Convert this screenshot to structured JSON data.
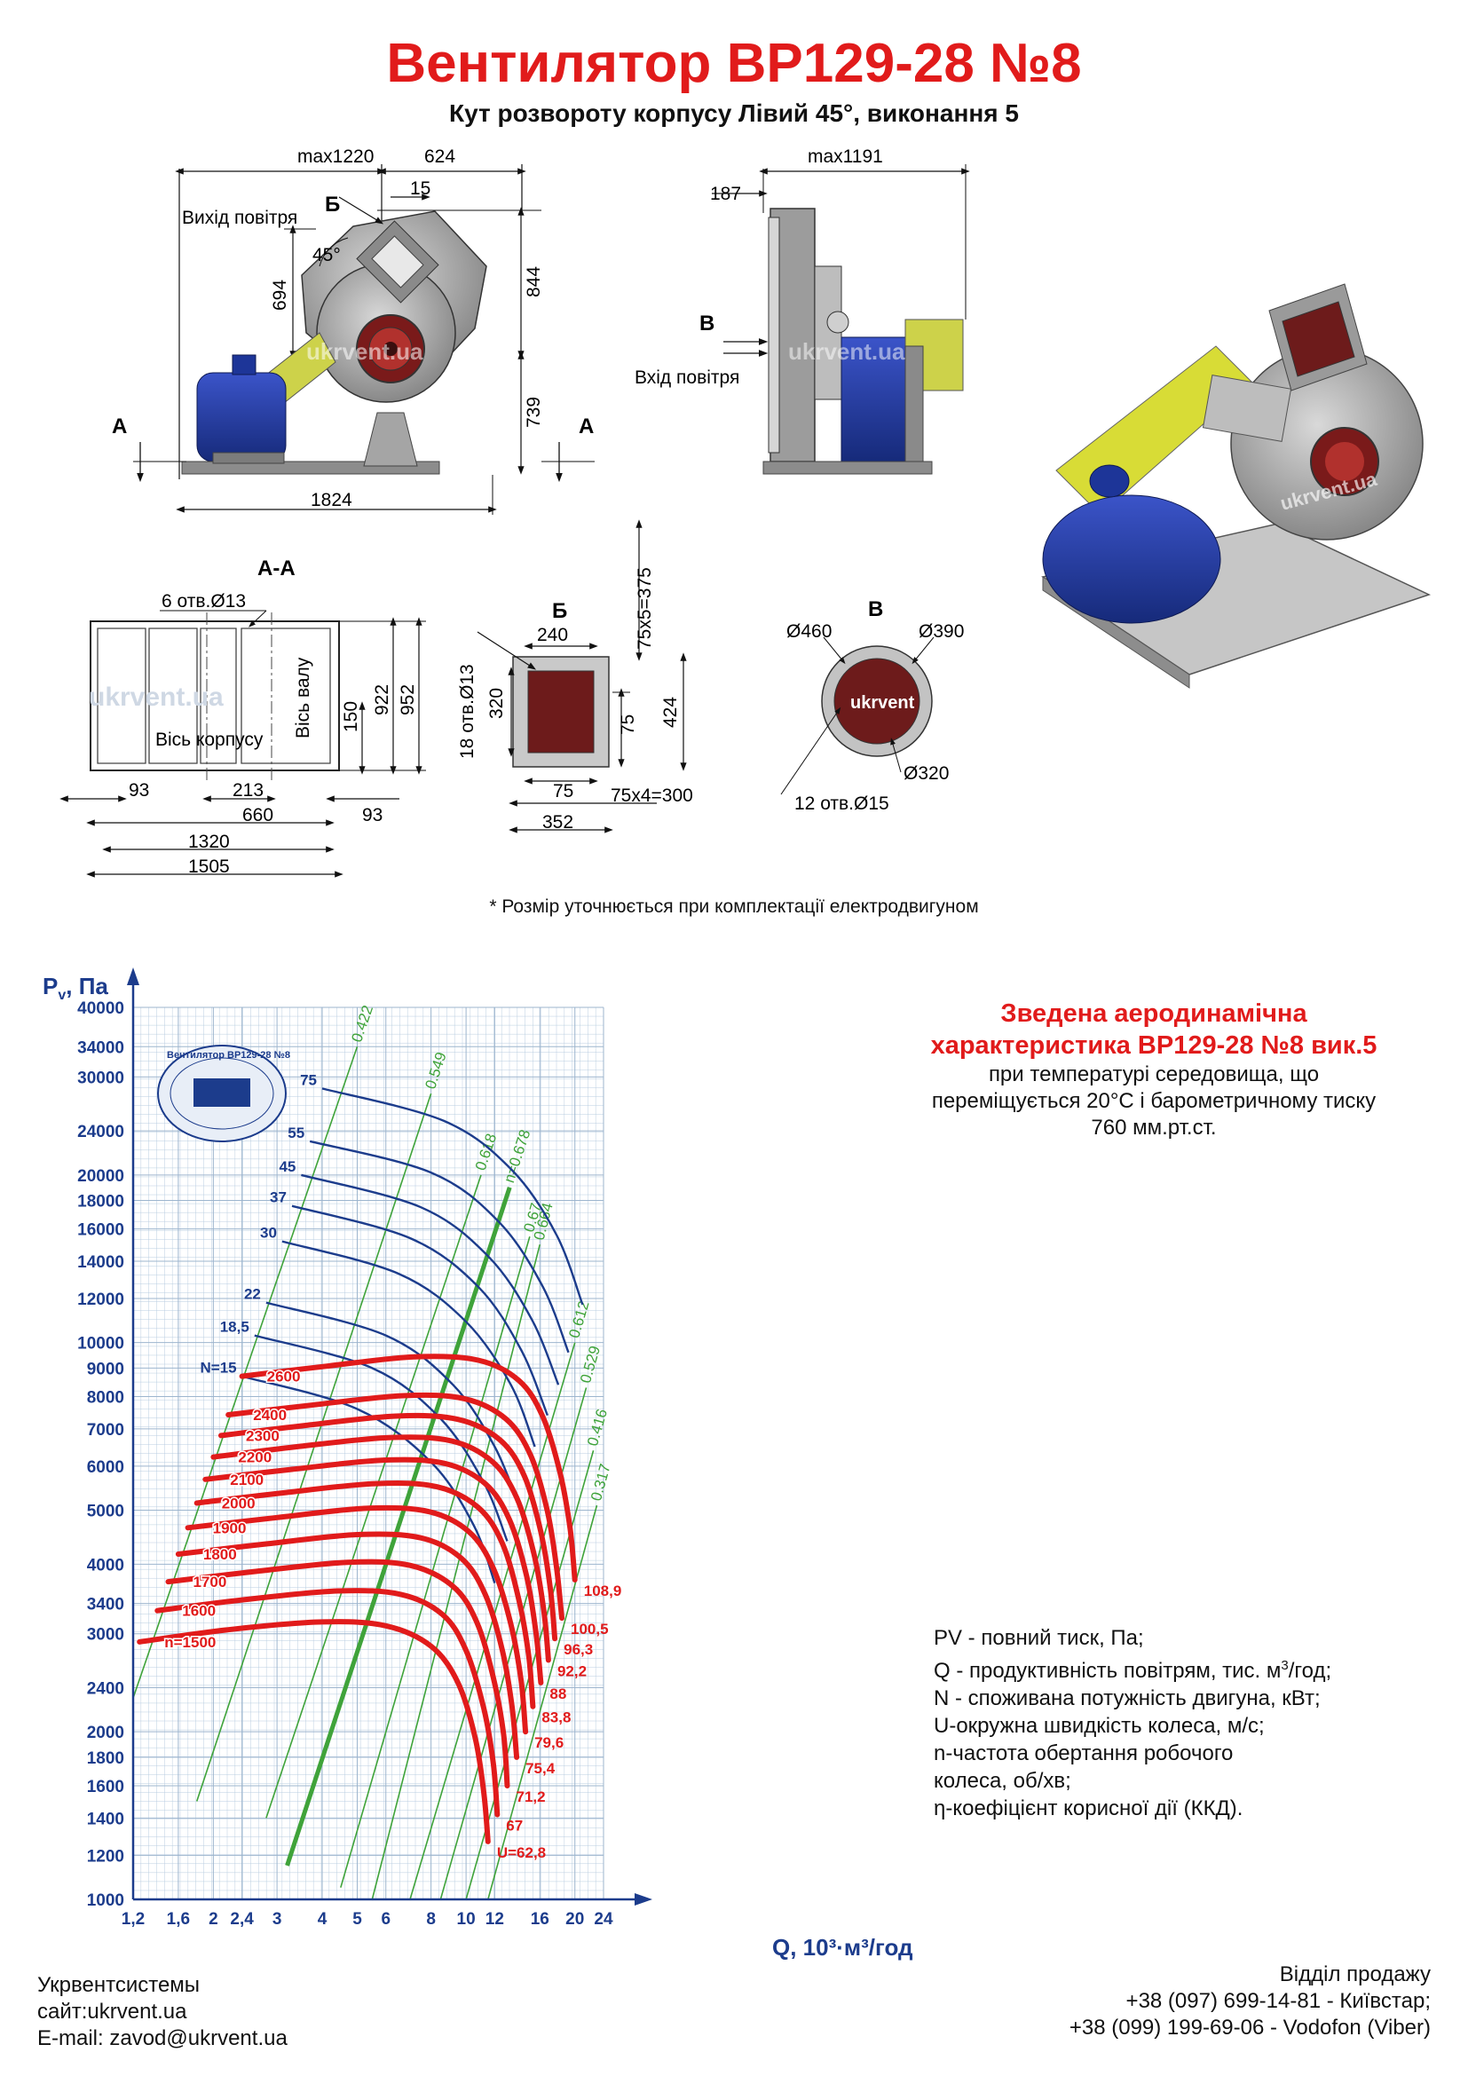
{
  "header": {
    "title": "Вентилятор ВР129-28 №8",
    "subtitle": "Кут розвороту корпусу Лівий 45°, виконання 5"
  },
  "drawings": {
    "front": {
      "dim_max1220": "max1220",
      "dim_624": "624",
      "dim_15": "15",
      "label_outlet": "Вихід повітря",
      "letter_b": "Б",
      "angle": "45°",
      "dim_694": "694",
      "dim_844": "844",
      "dim_739": "739",
      "dim_1824": "1824",
      "letter_a_left": "А",
      "letter_a_right": "А",
      "watermark": "ukrvent.ua"
    },
    "side": {
      "dim_187": "187",
      "dim_max1191": "max1191",
      "letter_v": "В",
      "label_inlet": "Вхід повітря",
      "watermark": "ukrvent.ua"
    },
    "iso": {
      "watermark": "ukrvent.ua"
    },
    "section_aa": {
      "title": "А-А",
      "holes": "6 отв.Ø13",
      "axis_shaft": "Вісь валу",
      "axis_body": "Вісь корпусу",
      "dim_150": "150",
      "dim_922": "922",
      "dim_952": "952",
      "dim_93_left": "93",
      "dim_213": "213",
      "dim_660": "660",
      "dim_93_right": "93",
      "dim_1320": "1320",
      "dim_1505": "1505",
      "watermark": "ukrvent.ua"
    },
    "flange_b": {
      "title": "Б",
      "dim_240": "240",
      "dim_75x5": "75x5=375",
      "holes": "18 отв.Ø13",
      "dim_320": "320",
      "dim_75_v": "75",
      "dim_424": "424",
      "dim_75_h": "75",
      "dim_75x4": "75x4=300",
      "dim_352": "352"
    },
    "flange_v": {
      "title": "В",
      "d460": "Ø460",
      "d390": "Ø390",
      "d320": "Ø320",
      "holes": "12 отв.Ø15",
      "watermark": "ukrvent"
    }
  },
  "footnote": "* Розмір уточнюється при комплектації електродвигуном",
  "chart_data": {
    "type": "line",
    "x_scale": "log",
    "y_scale": "log",
    "ylabel_main": "P",
    "ylabel_sub": "v",
    "ylabel_rest": ", Па",
    "xlabel": "Q, 10³·м³/год",
    "xlim": [
      1.2,
      24
    ],
    "ylim": [
      1000,
      40000
    ],
    "x_ticks": [
      "1,2",
      "1,6",
      "2",
      "2,4",
      "3",
      "4",
      "5",
      "6",
      "8",
      "10",
      "12",
      "16",
      "20",
      "24"
    ],
    "x_tick_values": [
      1.2,
      1.6,
      2,
      2.4,
      3,
      4,
      5,
      6,
      8,
      10,
      12,
      16,
      20,
      24
    ],
    "y_ticks": [
      "40000",
      "34000",
      "30000",
      "24000",
      "20000",
      "18000",
      "16000",
      "14000",
      "12000",
      "10000",
      "9000",
      "8000",
      "7000",
      "6000",
      "5000",
      "4000",
      "3400",
      "3000",
      "2400",
      "2000",
      "1800",
      "1600",
      "1400",
      "1200",
      "1000"
    ],
    "y_tick_values": [
      40000,
      34000,
      30000,
      24000,
      20000,
      18000,
      16000,
      14000,
      12000,
      10000,
      9000,
      8000,
      7000,
      6000,
      5000,
      4000,
      3400,
      3000,
      2400,
      2000,
      1800,
      1600,
      1400,
      1200,
      1000
    ],
    "grid": true,
    "speed_curves": [
      {
        "n": "n=1500",
        "points": [
          [
            1.25,
            2900
          ],
          [
            2.2,
            3050
          ],
          [
            4.0,
            3150
          ],
          [
            6.0,
            3100
          ],
          [
            8.0,
            2850
          ],
          [
            9.5,
            2450
          ],
          [
            10.6,
            1950
          ],
          [
            11.2,
            1550
          ],
          [
            11.5,
            1270
          ]
        ],
        "u": "U=62,8"
      },
      {
        "n": "1600",
        "points": [
          [
            1.4,
            3300
          ],
          [
            2.4,
            3450
          ],
          [
            4.4,
            3580
          ],
          [
            6.6,
            3530
          ],
          [
            8.6,
            3250
          ],
          [
            10.0,
            2800
          ],
          [
            11.2,
            2200
          ],
          [
            11.9,
            1750
          ],
          [
            12.2,
            1420
          ]
        ],
        "u": "67"
      },
      {
        "n": "1700",
        "points": [
          [
            1.5,
            3720
          ],
          [
            2.6,
            3880
          ],
          [
            4.7,
            4030
          ],
          [
            7.0,
            3980
          ],
          [
            9.2,
            3650
          ],
          [
            10.7,
            3150
          ],
          [
            11.9,
            2500
          ],
          [
            12.7,
            1980
          ],
          [
            13.0,
            1600
          ]
        ],
        "u": "71,2"
      },
      {
        "n": "1800",
        "points": [
          [
            1.6,
            4170
          ],
          [
            2.8,
            4350
          ],
          [
            5.0,
            4520
          ],
          [
            7.5,
            4460
          ],
          [
            9.7,
            4100
          ],
          [
            11.3,
            3530
          ],
          [
            12.6,
            2800
          ],
          [
            13.4,
            2220
          ],
          [
            13.8,
            1800
          ]
        ],
        "u": "75,4"
      },
      {
        "n": "1900",
        "points": [
          [
            1.7,
            4650
          ],
          [
            3.0,
            4850
          ],
          [
            5.3,
            5040
          ],
          [
            7.9,
            4970
          ],
          [
            10.2,
            4570
          ],
          [
            11.9,
            3930
          ],
          [
            13.3,
            3120
          ],
          [
            14.2,
            2470
          ],
          [
            14.6,
            2000
          ]
        ],
        "u": "79,6"
      },
      {
        "n": "2000",
        "points": [
          [
            1.8,
            5150
          ],
          [
            3.1,
            5370
          ],
          [
            5.6,
            5580
          ],
          [
            8.3,
            5510
          ],
          [
            10.8,
            5060
          ],
          [
            12.6,
            4360
          ],
          [
            14.0,
            3450
          ],
          [
            14.9,
            2740
          ],
          [
            15.3,
            2220
          ]
        ],
        "u": "83,8"
      },
      {
        "n": "2100",
        "points": [
          [
            1.9,
            5680
          ],
          [
            3.3,
            5920
          ],
          [
            5.9,
            6150
          ],
          [
            8.7,
            6070
          ],
          [
            11.3,
            5580
          ],
          [
            13.2,
            4800
          ],
          [
            14.7,
            3810
          ],
          [
            15.6,
            3020
          ],
          [
            16.1,
            2450
          ]
        ],
        "u": "88"
      },
      {
        "n": "2200",
        "points": [
          [
            2.0,
            6230
          ],
          [
            3.4,
            6500
          ],
          [
            6.1,
            6750
          ],
          [
            9.1,
            6660
          ],
          [
            11.8,
            6120
          ],
          [
            13.8,
            5270
          ],
          [
            15.4,
            4180
          ],
          [
            16.4,
            3310
          ],
          [
            16.9,
            2690
          ]
        ],
        "u": "92,2"
      },
      {
        "n": "2300",
        "points": [
          [
            2.1,
            6810
          ],
          [
            3.6,
            7100
          ],
          [
            6.4,
            7380
          ],
          [
            9.5,
            7280
          ],
          [
            12.4,
            6690
          ],
          [
            14.5,
            5760
          ],
          [
            16.1,
            4570
          ],
          [
            17.1,
            3620
          ],
          [
            17.6,
            2940
          ]
        ],
        "u": "96,3"
      },
      {
        "n": "2400",
        "points": [
          [
            2.2,
            7420
          ],
          [
            3.8,
            7730
          ],
          [
            6.7,
            8030
          ],
          [
            9.9,
            7930
          ],
          [
            12.9,
            7290
          ],
          [
            15.1,
            6270
          ],
          [
            16.8,
            4970
          ],
          [
            17.8,
            3940
          ],
          [
            18.4,
            3200
          ]
        ],
        "u": "100,5"
      },
      {
        "n": "2600",
        "points": [
          [
            2.4,
            8700
          ],
          [
            4.1,
            9070
          ],
          [
            7.2,
            9430
          ],
          [
            10.8,
            9300
          ],
          [
            14.0,
            8550
          ],
          [
            16.3,
            7360
          ],
          [
            18.2,
            5830
          ],
          [
            19.4,
            4630
          ],
          [
            20.0,
            3750
          ]
        ],
        "u": "108,9"
      }
    ],
    "power_curves": [
      {
        "label": "N=15",
        "points": [
          [
            2.4,
            8700
          ],
          [
            5.0,
            7600
          ],
          [
            8.0,
            6100
          ],
          [
            10.5,
            4700
          ],
          [
            12.0,
            3700
          ]
        ]
      },
      {
        "label": "18,5",
        "points": [
          [
            2.6,
            10300
          ],
          [
            5.5,
            9000
          ],
          [
            8.5,
            7300
          ],
          [
            11.2,
            5600
          ],
          [
            13.0,
            4400
          ]
        ]
      },
      {
        "label": "22",
        "points": [
          [
            2.8,
            11800
          ],
          [
            6.0,
            10300
          ],
          [
            9.2,
            8400
          ],
          [
            12.0,
            6500
          ],
          [
            14.0,
            5100
          ]
        ]
      },
      {
        "label": "30",
        "points": [
          [
            3.1,
            15200
          ],
          [
            6.5,
            13300
          ],
          [
            10.0,
            10900
          ],
          [
            13.3,
            8400
          ],
          [
            15.5,
            6500
          ]
        ]
      },
      {
        "label": "37",
        "points": [
          [
            3.3,
            17600
          ],
          [
            7.0,
            15400
          ],
          [
            10.8,
            12600
          ],
          [
            14.2,
            9700
          ],
          [
            16.8,
            7400
          ]
        ]
      },
      {
        "label": "45",
        "points": [
          [
            3.5,
            20000
          ],
          [
            7.5,
            17500
          ],
          [
            11.5,
            14300
          ],
          [
            15.2,
            11000
          ],
          [
            18.0,
            8400
          ]
        ]
      },
      {
        "label": "55",
        "points": [
          [
            3.7,
            23000
          ],
          [
            8.0,
            20200
          ],
          [
            12.3,
            16500
          ],
          [
            16.3,
            12600
          ],
          [
            19.2,
            9600
          ]
        ]
      },
      {
        "label": "75",
        "points": [
          [
            4.0,
            28600
          ],
          [
            8.7,
            25000
          ],
          [
            13.4,
            20400
          ],
          [
            17.8,
            15600
          ],
          [
            21.0,
            11700
          ]
        ]
      }
    ],
    "efficiency_lines": [
      {
        "label": "0.422",
        "points": [
          [
            1.2,
            2300
          ],
          [
            5.0,
            34000
          ]
        ]
      },
      {
        "label": "0.549",
        "points": [
          [
            1.8,
            1500
          ],
          [
            8.0,
            28000
          ]
        ]
      },
      {
        "label": "0.618",
        "points": [
          [
            2.8,
            1400
          ],
          [
            11.0,
            20000
          ]
        ]
      },
      {
        "label": "n=0.678",
        "points": [
          [
            3.2,
            1150
          ],
          [
            13.2,
            19000
          ]
        ]
      },
      {
        "label": "0.67",
        "points": [
          [
            4.5,
            1050
          ],
          [
            15.0,
            15500
          ]
        ]
      },
      {
        "label": "0.664",
        "points": [
          [
            5.5,
            1000
          ],
          [
            16.0,
            15000
          ]
        ]
      },
      {
        "label": "0.612",
        "points": [
          [
            7.0,
            1000
          ],
          [
            20.0,
            10000
          ]
        ]
      },
      {
        "label": "0.529",
        "points": [
          [
            8.5,
            1000
          ],
          [
            21.5,
            8300
          ]
        ]
      },
      {
        "label": "0.416",
        "points": [
          [
            10.0,
            1000
          ],
          [
            22.5,
            6400
          ]
        ]
      },
      {
        "label": "0.317",
        "points": [
          [
            11.5,
            1000
          ],
          [
            23.0,
            5100
          ]
        ]
      }
    ],
    "colors": {
      "speed": "#e11b1b",
      "power": "#1c3c8c",
      "efficiency": "#3fa33a",
      "grid": "#b9cde0",
      "axis_text": "#1c3c8c"
    },
    "stamp_text": "Вентилятор ВР129-28 №8"
  },
  "chart_side": {
    "title_line1": "Зведена аеродинамічна",
    "title_line2": "характеристика ВР129-28 №8 вик.5",
    "text_line1": "при температурі середовища, що",
    "text_line2": "переміщується 20°С і барометричному тиску",
    "text_line3": "760 мм.рт.ст."
  },
  "legend": {
    "pv": "PV - повний тиск, Па;",
    "q_pre": "Q - продуктивність повітрям, тис. м",
    "q_sup": "3",
    "q_post": "/год;",
    "n": "N - споживана потужність двигуна, кВт;",
    "u": "U-окружна швидкість колеса, м/с;",
    "rot1": "n-частота обертання робочого",
    "rot2": "колеса, об/хв;",
    "eta": "η-коефіцієнт корисної дії (ККД)."
  },
  "footer": {
    "company": "Укрвентсистемы",
    "site": "сайт:ukrvent.ua",
    "email": "E-mail: zavod@ukrvent.ua",
    "sales": "Відділ продажу",
    "phone1": "+38 (097) 699-14-81 - Київстар;",
    "phone2": "+38 (099) 199-69-06 - Vodofon (Viber)"
  }
}
